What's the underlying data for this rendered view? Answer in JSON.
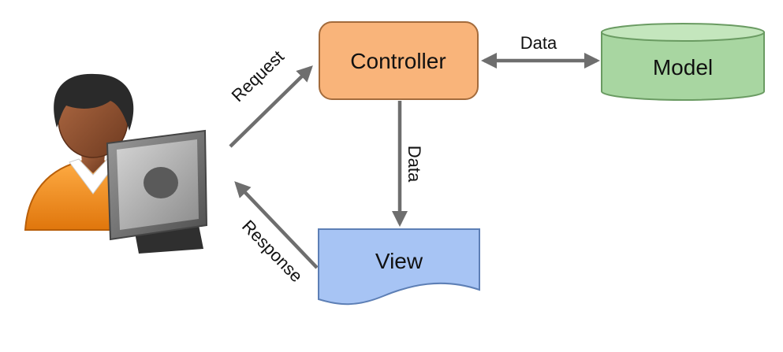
{
  "nodes": {
    "controller": {
      "label": "Controller",
      "fill": "#f9b47a",
      "stroke": "#a36b3c"
    },
    "model": {
      "label": "Model",
      "fill": "#a8d6a1",
      "stroke": "#6a9b62"
    },
    "view": {
      "label": "View",
      "fill": "#a7c4f4",
      "stroke": "#5d7fb5"
    }
  },
  "edges": {
    "request": {
      "label": "Request"
    },
    "response": {
      "label": "Response"
    },
    "controller_model": {
      "label": "Data"
    },
    "controller_view": {
      "label": "Data"
    }
  },
  "user": {
    "icon": "user-at-computer-icon",
    "colors": {
      "shirt": "#f28b1c",
      "skin": "#8a4b2d",
      "hair": "#2a2a2a",
      "monitor": "#6f6f6f"
    }
  },
  "colors": {
    "arrow": "#6e6e6e"
  }
}
